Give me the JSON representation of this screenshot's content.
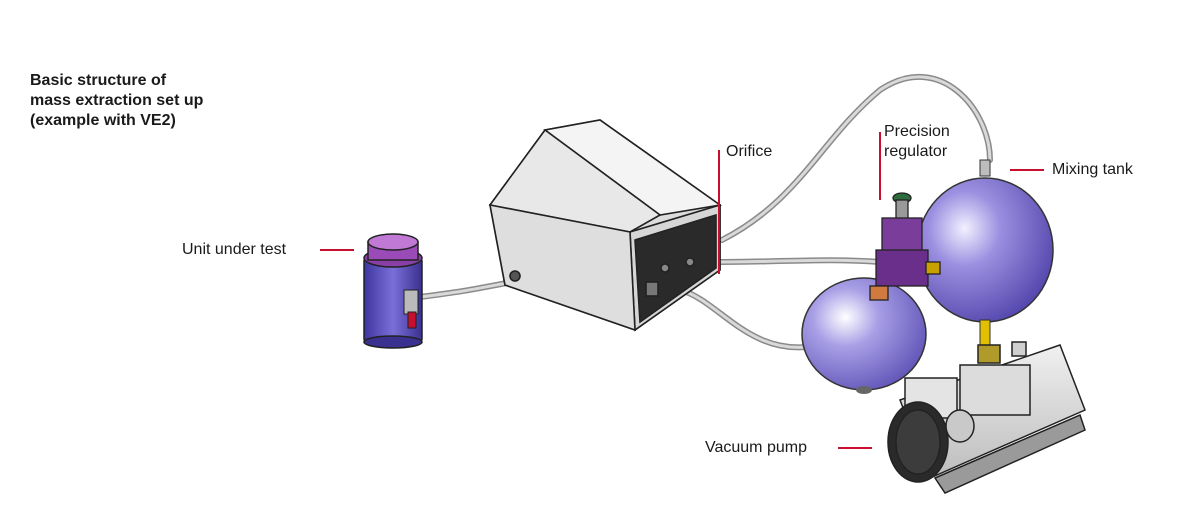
{
  "title": {
    "lines": [
      "Basic structure of",
      "mass extraction set up",
      "(example with VE2)"
    ]
  },
  "labels": {
    "unit_under_test": "Unit under test",
    "orifice": "Orifice",
    "precision_regulator": [
      "Precision",
      "regulator"
    ],
    "mixing_tank": "Mixing tank",
    "vacuum_pump": "Vacuum pump"
  },
  "colors": {
    "leader_line": "#c8102e",
    "tank": "#7b6fc8",
    "housing": "#e6e6e6",
    "regulator": "#7a3e9a",
    "uut_body": "#5a4fb8",
    "hose": "#bfbfbf"
  }
}
